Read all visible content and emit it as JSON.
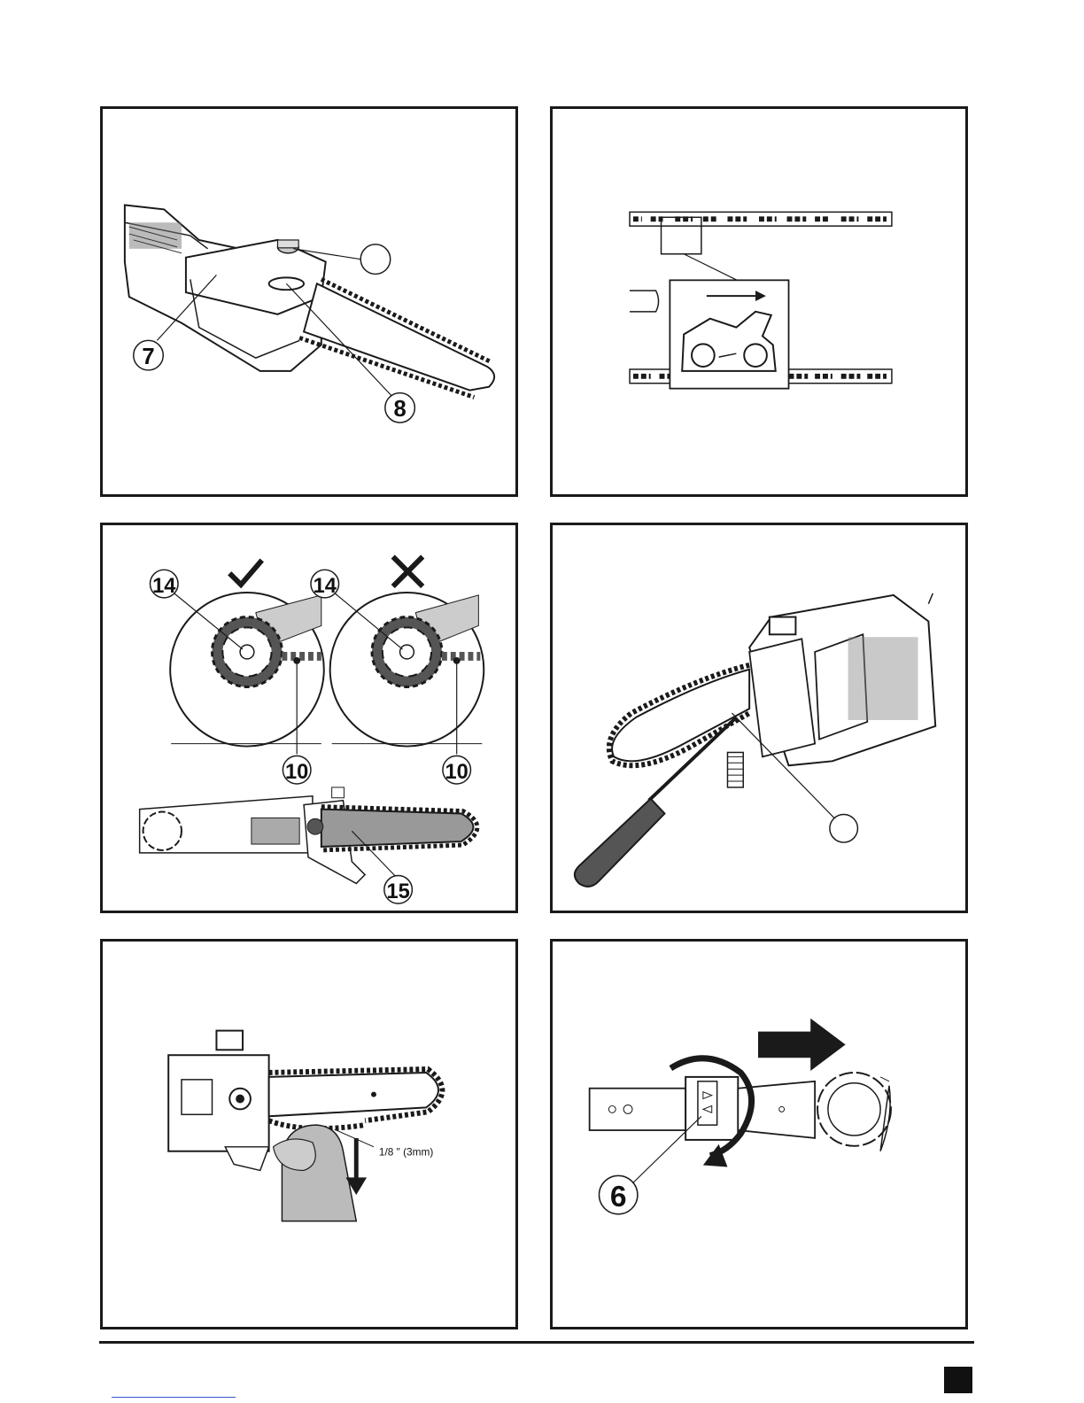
{
  "figures": [
    {
      "id": "fig1",
      "callouts": [
        "7",
        "8"
      ],
      "blank_callouts": 1
    },
    {
      "id": "fig2",
      "callouts": []
    },
    {
      "id": "fig3",
      "callouts": [
        "14",
        "10",
        "14",
        "10",
        "15"
      ],
      "marks": [
        "correct",
        "incorrect"
      ]
    },
    {
      "id": "fig4",
      "callouts": [],
      "blank_callouts": 1
    },
    {
      "id": "fig5",
      "callouts": [],
      "note": "1/8 \" (3mm)"
    },
    {
      "id": "fig6",
      "callouts": [
        "6"
      ]
    }
  ],
  "icons": [
    "check-icon",
    "cross-icon",
    "arrow-right-icon",
    "arrow-down-icon",
    "rotate-arrow-icon"
  ],
  "colors": {
    "line": "#1a1a1a",
    "fill_grey": "#9a9a9a",
    "handle": "#555555"
  }
}
